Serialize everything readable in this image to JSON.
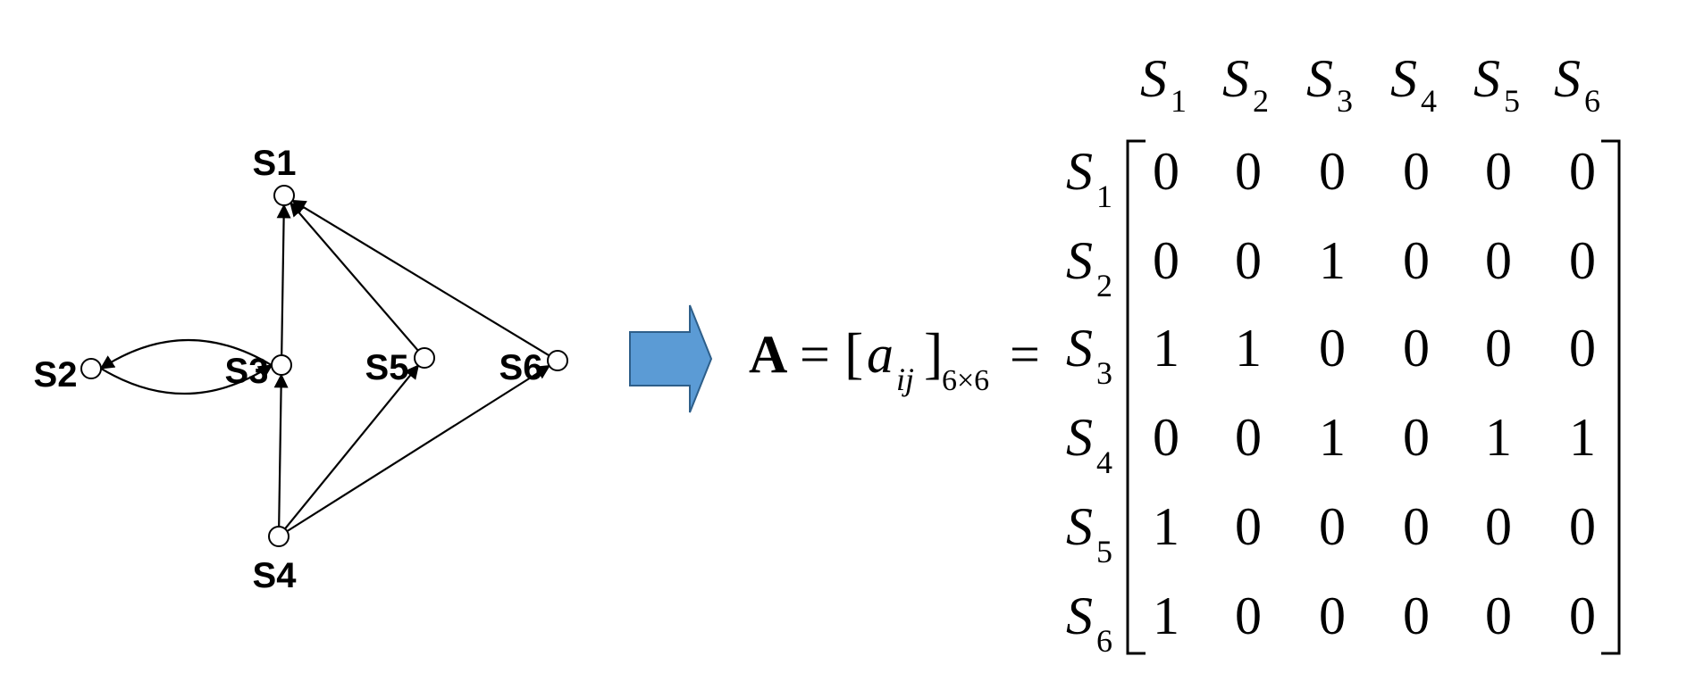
{
  "graph": {
    "nodes": [
      {
        "id": "S1",
        "label": "S1"
      },
      {
        "id": "S2",
        "label": "S2"
      },
      {
        "id": "S3",
        "label": "S3"
      },
      {
        "id": "S4",
        "label": "S4"
      },
      {
        "id": "S5",
        "label": "S5"
      },
      {
        "id": "S6",
        "label": "S6"
      }
    ],
    "edges": [
      {
        "from": "S3",
        "to": "S1"
      },
      {
        "from": "S5",
        "to": "S1"
      },
      {
        "from": "S6",
        "to": "S1"
      },
      {
        "from": "S2",
        "to": "S3"
      },
      {
        "from": "S3",
        "to": "S2"
      },
      {
        "from": "S4",
        "to": "S3"
      },
      {
        "from": "S4",
        "to": "S5"
      },
      {
        "from": "S4",
        "to": "S6"
      }
    ]
  },
  "arrow": {
    "color": "#5b9bd5",
    "border_color": "#2e5f8a"
  },
  "equation": {
    "lhs": "A",
    "equals": "=",
    "open_bracket": "[",
    "element": "a",
    "element_subscript": "ij",
    "close_bracket": "]",
    "size_subscript": "6×6",
    "equals2": "="
  },
  "matrix": {
    "symbol": "S",
    "col_subscripts": [
      "1",
      "2",
      "3",
      "4",
      "5",
      "6"
    ],
    "row_subscripts": [
      "1",
      "2",
      "3",
      "4",
      "5",
      "6"
    ],
    "values": [
      [
        0,
        0,
        0,
        0,
        0,
        0
      ],
      [
        0,
        0,
        1,
        0,
        0,
        0
      ],
      [
        1,
        1,
        0,
        0,
        0,
        0
      ],
      [
        0,
        0,
        1,
        0,
        1,
        1
      ],
      [
        1,
        0,
        0,
        0,
        0,
        0
      ],
      [
        1,
        0,
        0,
        0,
        0,
        0
      ]
    ]
  }
}
